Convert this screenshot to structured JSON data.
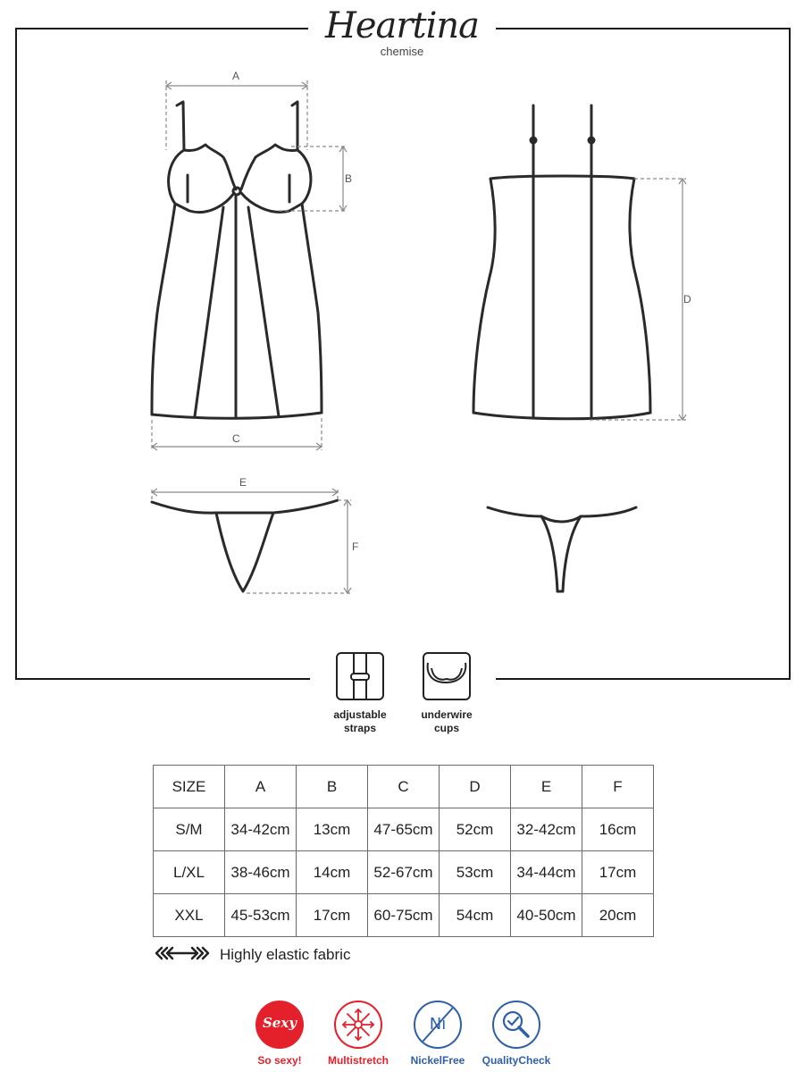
{
  "brand": {
    "name": "Heartina",
    "subtitle": "chemise"
  },
  "dimensions": {
    "a": "A",
    "b": "B",
    "c": "C",
    "d": "D",
    "e": "E",
    "f": "F"
  },
  "features": [
    {
      "icon": "adjustable-straps-icon",
      "line1": "adjustable",
      "line2": "straps"
    },
    {
      "icon": "underwire-cups-icon",
      "line1": "underwire",
      "line2": "cups"
    }
  ],
  "size_table": {
    "headers": [
      "SIZE",
      "A",
      "B",
      "C",
      "D",
      "E",
      "F"
    ],
    "rows": [
      [
        "S/M",
        "34-42cm",
        "13cm",
        "47-65cm",
        "52cm",
        "32-42cm",
        "16cm"
      ],
      [
        "L/XL",
        "38-46cm",
        "14cm",
        "52-67cm",
        "53cm",
        "34-44cm",
        "17cm"
      ],
      [
        "XXL",
        "45-53cm",
        "17cm",
        "60-75cm",
        "54cm",
        "40-50cm",
        "20cm"
      ]
    ]
  },
  "elastic": {
    "icon": "stretch-arrows-icon",
    "label": "Highly elastic fabric"
  },
  "badges": [
    {
      "icon": "sexy-icon",
      "inner": "Sexy",
      "label": "So sexy!",
      "color": "#e4202a"
    },
    {
      "icon": "multistretch-icon",
      "label": "Multistretch",
      "color": "#e4202a"
    },
    {
      "icon": "nickel-free-icon",
      "inner": "Ni",
      "label": "NickelFree",
      "color": "#2f5fa8"
    },
    {
      "icon": "quality-check-icon",
      "label": "QualityCheck",
      "color": "#2f5fa8"
    }
  ],
  "colors": {
    "line": "#1a1a1a",
    "dashed": "#9a9a9a",
    "red": "#e4202a",
    "blue": "#2f5fa8"
  }
}
